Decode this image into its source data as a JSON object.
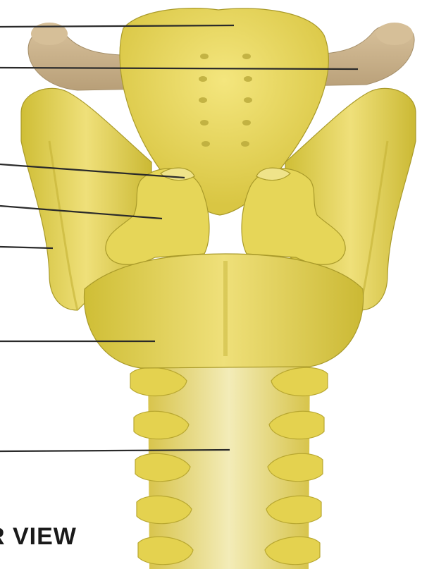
{
  "view_label": "R VIEW",
  "colors": {
    "cartilage": "#e2d34e",
    "cartilage_light": "#f2e47a",
    "cartilage_dark": "#a99a2a",
    "bone": "#cdb58e",
    "bone_dark": "#a58f6a",
    "leader": "#2a2a2a"
  },
  "leader_lines": [
    {
      "name": "leader-line-epiglottis"
    },
    {
      "name": "leader-line-hyoid"
    },
    {
      "name": "leader-line-corniculate"
    },
    {
      "name": "leader-line-arytenoid"
    },
    {
      "name": "leader-line-thyroid"
    },
    {
      "name": "leader-line-cricoid"
    },
    {
      "name": "leader-line-tracheal-ring"
    }
  ]
}
